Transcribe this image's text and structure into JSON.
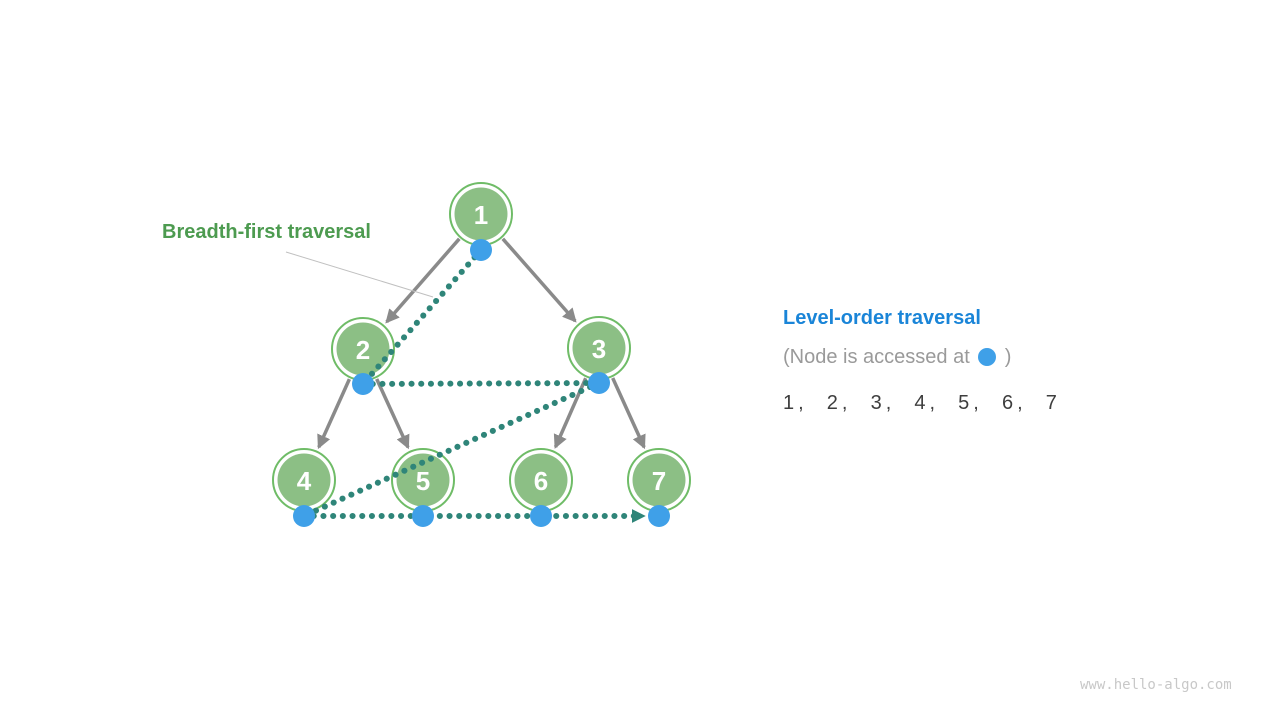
{
  "page": {
    "background": "#ffffff",
    "watermark": "www.hello-algo.com"
  },
  "annotations": {
    "bfs_label": "Breadth-first traversal"
  },
  "legend": {
    "title": "Level-order traversal",
    "note_prefix": "(Node is accessed at",
    "note_suffix": ")",
    "sequence": "1,  2,  3,  4,  5,  6,  7"
  },
  "tree": {
    "node_labels": [
      "1",
      "2",
      "3",
      "4",
      "5",
      "6",
      "7"
    ]
  },
  "colors": {
    "page_bg": "#ffffff",
    "node_fill": "#8cbf85",
    "node_ring": "#6fbc67",
    "node_text": "#ffffff",
    "edge_gray": "#8a8a8a",
    "traversal_teal": "#2f8579",
    "access_dot_blue": "#3fa0e8",
    "bfs_label_green": "#4d9b50",
    "legend_title_blue": "#1a85d8",
    "note_gray": "#9a9a9a",
    "sequence_dark": "#3e3e3e",
    "watermark_gray": "#c8c8c8",
    "leader_gray": "#c0c0c0"
  }
}
